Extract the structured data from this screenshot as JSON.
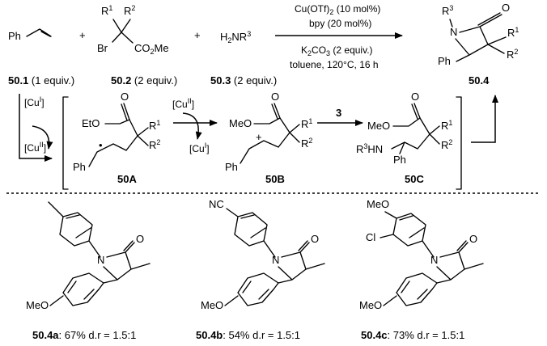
{
  "reaction": {
    "reagent_1": "Ph",
    "reagent_2_r1": "R",
    "reagent_2_r2": "R",
    "reagent_2_br": "Br",
    "reagent_2_ester": "CO",
    "reagent_2_ester_tail": "Me",
    "reagent_3": "H",
    "reagent_3_n": "NR",
    "plus": "+",
    "conditions": {
      "catalyst": "Cu(OTf)",
      "catalyst_loading": "(10 mol%)",
      "ligand": "bpy (20 mol%)",
      "base": "K",
      "base_tail": "CO",
      "base_amount": "(2 equiv.)",
      "solvent_temp_time": "toluene, 120°C, 16 h"
    },
    "labels": {
      "c1": "50.1",
      "c1_equiv": " (1 equiv.)",
      "c2": "50.2",
      "c2_equiv": " (2 equiv.)",
      "c3": "50.3",
      "c3_equiv": " (2 equiv.)",
      "product": "50.4"
    },
    "product_atoms": {
      "n": "N",
      "r3": "R",
      "o": "O",
      "ph": "Ph",
      "r1": "R",
      "r2": "R"
    }
  },
  "mechanism": {
    "cu_i": "[Cu",
    "cu_ii": "[Cu",
    "sup_i": "I",
    "sup_ii": "II",
    "close": "]",
    "intermediate_a": "50A",
    "intermediate_b": "50B",
    "intermediate_c": "50C",
    "step_3": "3",
    "eto": "EtO",
    "meo": "MeO",
    "o": "O",
    "ph": "Ph",
    "r1": "R",
    "r2": "R",
    "r3hn": "R",
    "hn": "HN",
    "radical_dot": "•",
    "cation": "+"
  },
  "examples": [
    {
      "id": "50.4a",
      "result": ": 67% d.r = 1.5:1",
      "para_substituent": "",
      "meo": "MeO",
      "n": "N",
      "o": "O"
    },
    {
      "id": "50.4b",
      "result": ": 54% d.r = 1.5:1",
      "para_substituent": "NC",
      "meo": "MeO",
      "n": "N",
      "o": "O"
    },
    {
      "id": "50.4c",
      "result": ": 73% d.r = 1.5:1",
      "para_substituent": "MeO",
      "meta_substituent": "Cl",
      "meo": "MeO",
      "n": "N",
      "o": "O"
    }
  ]
}
